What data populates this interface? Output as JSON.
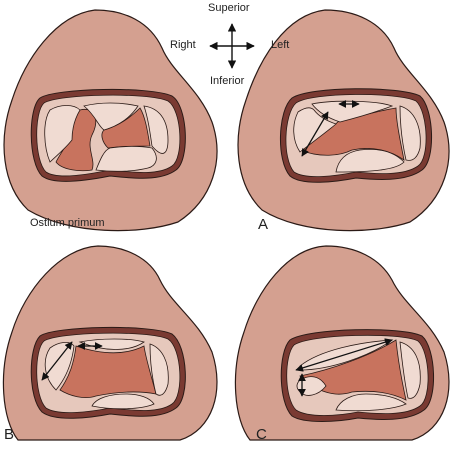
{
  "orientation": {
    "superior": "Superior",
    "inferior": "Inferior",
    "right": "Right",
    "left": "Left"
  },
  "panels": {
    "top_left_caption": "Ostium primum",
    "top_right_label": "A",
    "bottom_left_label": "B",
    "bottom_right_label": "C"
  },
  "colors": {
    "tissue": "#d4a090",
    "ring_outer": "#7a3a32",
    "ring_fill": "#e6c8bc",
    "leaflet": "#f0dbd2",
    "orifice": "#c8735e",
    "stroke": "#2b1a16"
  }
}
